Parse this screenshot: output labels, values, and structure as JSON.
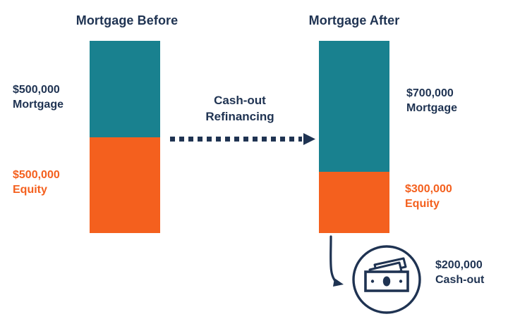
{
  "figure": {
    "theme": {
      "mortgage_color": "#19818f",
      "equity_color": "#f4601e",
      "text_color": "#1f3352",
      "background": "#ffffff"
    }
  },
  "chart_data": {
    "type": "bar",
    "title": "",
    "xlabel": "",
    "ylabel": "",
    "stacked": true,
    "ylim": [
      0,
      1000000
    ],
    "grid": false,
    "legend": "none",
    "categories": [
      "Mortgage Before",
      "Mortgage After"
    ],
    "series": [
      {
        "name": "Mortgage",
        "color": "#19818f",
        "values": [
          500000,
          700000
        ]
      },
      {
        "name": "Equity",
        "color": "#f4601e",
        "values": [
          500000,
          300000
        ]
      }
    ],
    "annotations": [
      {
        "name": "flow-arrow",
        "text": "Cash-out Refinancing",
        "from": "Mortgage Before",
        "to": "Mortgage After"
      },
      {
        "name": "cash-out",
        "text": "$200,000 Cash-out",
        "value": 200000
      }
    ]
  },
  "before": {
    "title": "Mortgage Before",
    "mortgage": {
      "amount": "$500,000",
      "kind": "Mortgage"
    },
    "equity": {
      "amount": "$500,000",
      "kind": "Equity"
    }
  },
  "after": {
    "title": "Mortgage After",
    "mortgage": {
      "amount": "$700,000",
      "kind": "Mortgage"
    },
    "equity": {
      "amount": "$300,000",
      "kind": "Equity"
    }
  },
  "flow": {
    "line1": "Cash-out",
    "line2": "Refinancing"
  },
  "cashout": {
    "amount": "$200,000",
    "kind": "Cash-out",
    "icon": "money-bills-icon"
  }
}
